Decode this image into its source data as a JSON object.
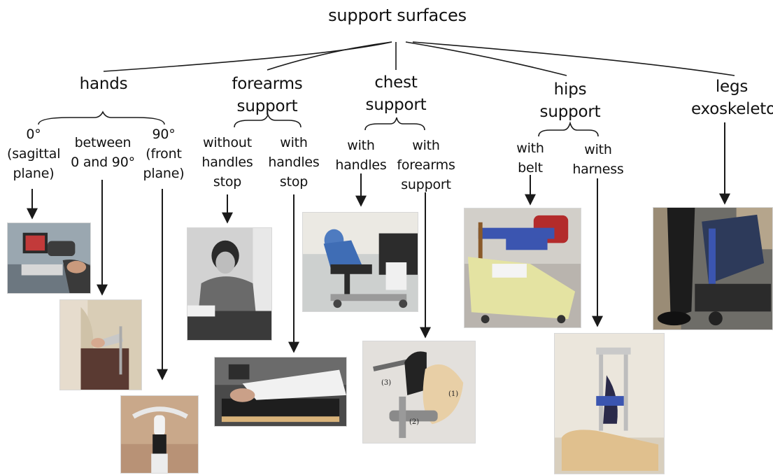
{
  "root": {
    "label": "support surfaces"
  },
  "categories": [
    {
      "id": "hands",
      "label": "hands"
    },
    {
      "id": "forearms",
      "label": "forearms\nsupport"
    },
    {
      "id": "chest",
      "label": "chest\nsupport"
    },
    {
      "id": "hips",
      "label": "hips\nsupport"
    },
    {
      "id": "legs",
      "label": "legs\nexoskeleton"
    }
  ],
  "subcategories": {
    "hands_sagittal": "0°\n(sagittal\nplane)",
    "hands_between": "between\n0 and 90°",
    "hands_front": "90°\n(front\nplane)",
    "forearms_without": "without\nhandles\nstop",
    "forearms_with": "with\nhandles\nstop",
    "chest_handles": "with\nhandles",
    "chest_forearms": "with\nforearms\nsupport",
    "hips_belt": "with\nbelt",
    "hips_harness": "with\nharness"
  },
  "photo_captions": {
    "c1": "(1)",
    "c2": "(2)",
    "c3": "(3)"
  },
  "colors": {
    "line": "#1a1a1a",
    "device_yellow": "#e4e3a2",
    "device_blue": "#3b55b0",
    "wood": "#d9b37a"
  }
}
